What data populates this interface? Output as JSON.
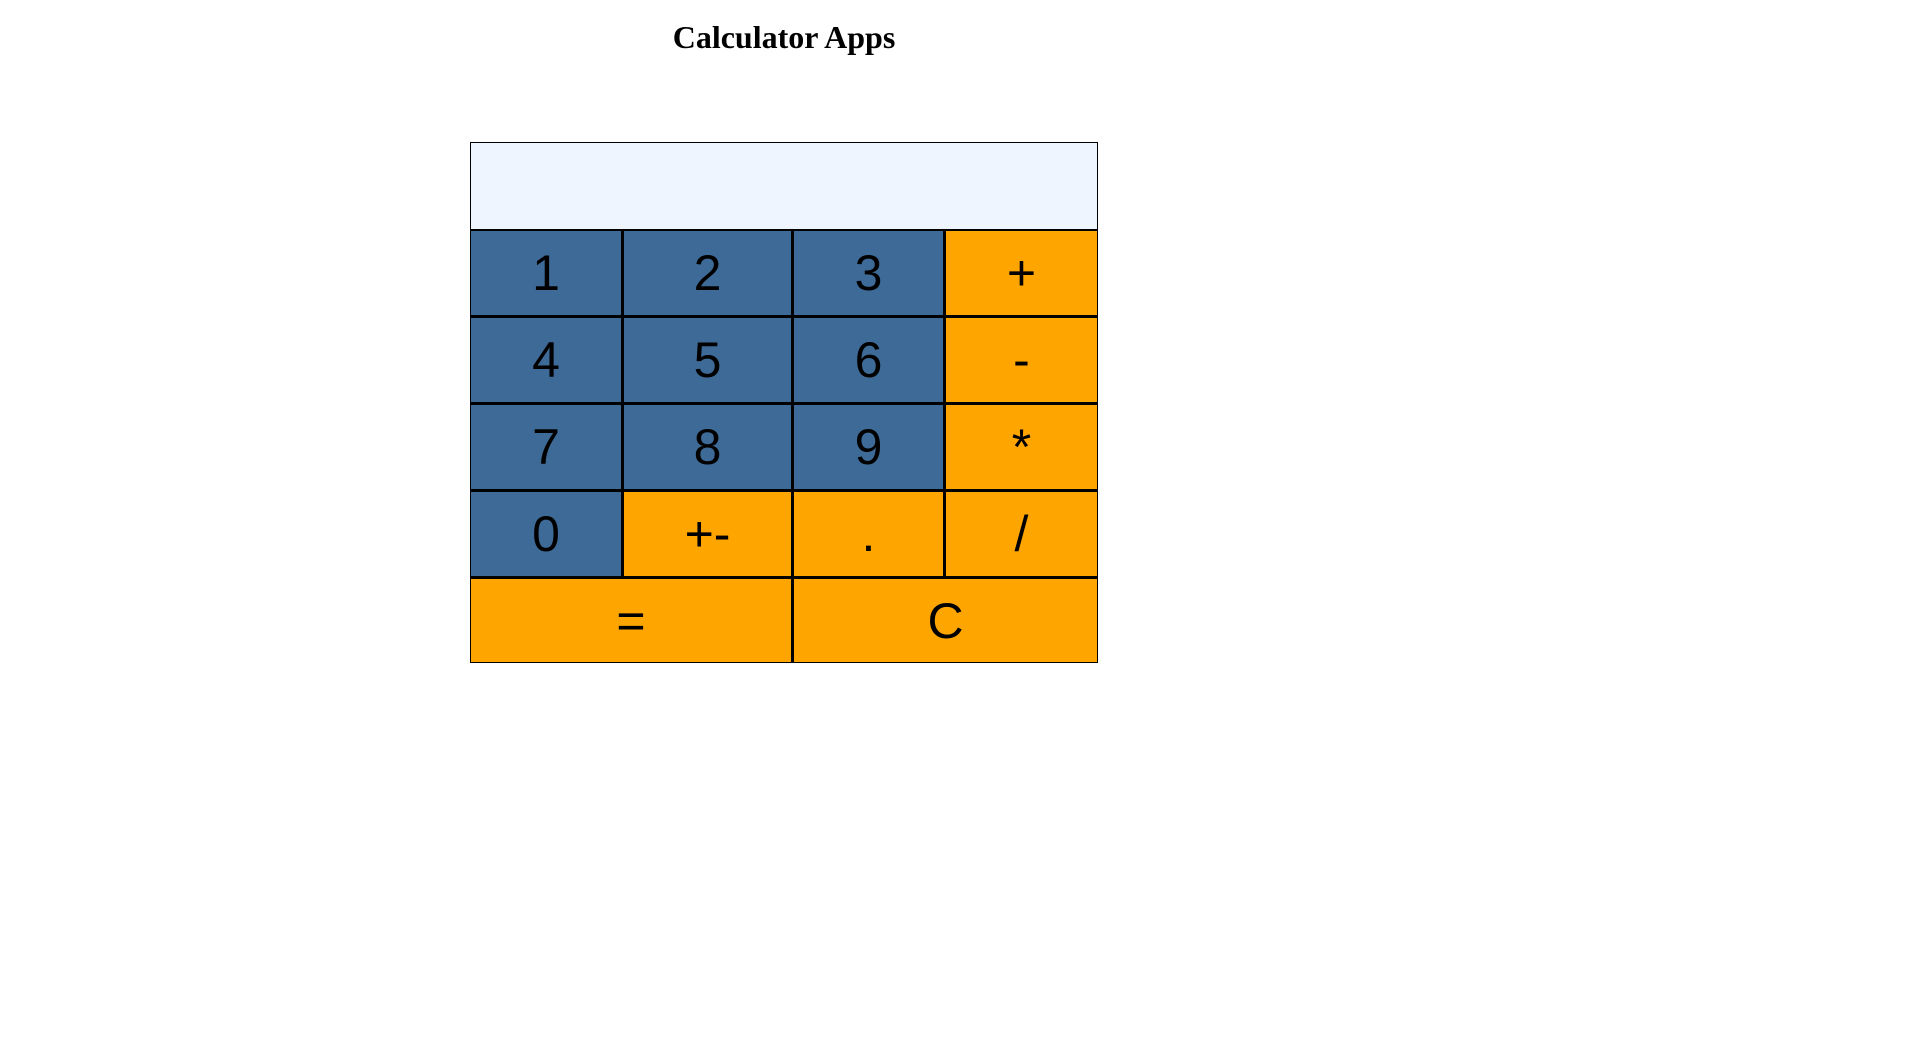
{
  "page": {
    "title": "Calculator Apps"
  },
  "display": {
    "value": ""
  },
  "keys": {
    "k1": "1",
    "k2": "2",
    "k3": "3",
    "plus": "+",
    "k4": "4",
    "k5": "5",
    "k6": "6",
    "minus": "-",
    "k7": "7",
    "k8": "8",
    "k9": "9",
    "multiply": "*",
    "k0": "0",
    "negate": "+-",
    "decimal": ".",
    "divide": "/",
    "equals": "=",
    "clear": "C"
  },
  "colors": {
    "number_key": "#3d6a96",
    "operator_key": "#ffa500",
    "display_background": "#eef5ff",
    "border": "#000000"
  }
}
